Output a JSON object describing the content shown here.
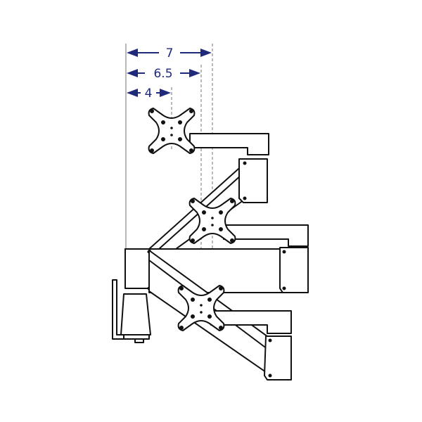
{
  "dimensions": [
    {
      "label": "7",
      "value": 7
    },
    {
      "label": "6.5",
      "value": 6.5
    },
    {
      "label": "4",
      "value": 4
    }
  ],
  "colors": {
    "dimension": "#1f2a7a",
    "outline": "#111111",
    "reference": "#8a8a8a"
  }
}
